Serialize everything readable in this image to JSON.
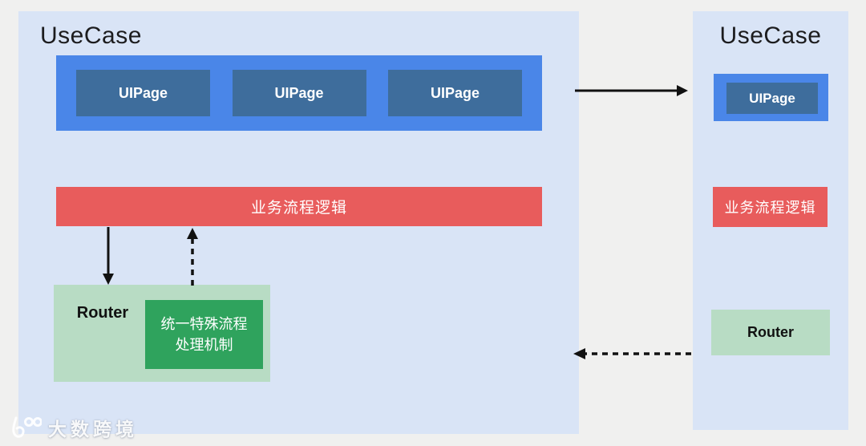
{
  "diagram": {
    "left_panel": {
      "title": "UseCase",
      "uipages": [
        "UIPage",
        "UIPage",
        "UIPage"
      ],
      "business_logic": "业务流程逻辑",
      "router": "Router",
      "special_flow_line1": "统一特殊流程",
      "special_flow_line2": "处理机制"
    },
    "right_panel": {
      "title": "UseCase",
      "uipage": "UIPage",
      "business_logic": "业务流程逻辑",
      "router": "Router"
    },
    "watermark": "大数跨境",
    "colors": {
      "page_bg": "#f0f0ef",
      "panel_bg": "#d9e4f6",
      "blue": "#4a86e8",
      "dark_blue": "#3e6d9c",
      "red": "#e85c5c",
      "light_green": "#b8dcc4",
      "dark_green": "#2fa35d",
      "arrow": "#111111",
      "title": "#1c1c1e"
    }
  }
}
